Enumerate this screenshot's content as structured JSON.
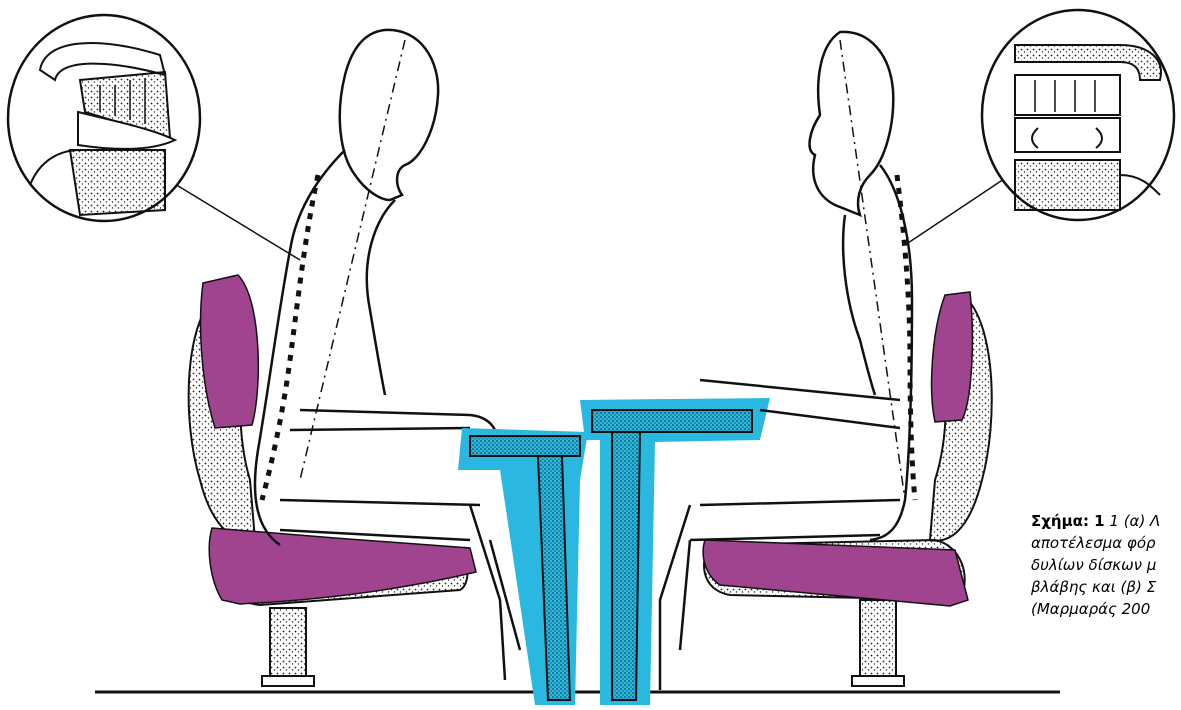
{
  "caption": {
    "label": "Σχήμα: 1",
    "lines": [
      "1 (α) Λ",
      "αποτέλεσμα φόρ",
      "δυλίων δίσκων μ",
      "βλάβης και (β) Σ",
      "(Μαρμαράς 200"
    ]
  },
  "colors": {
    "cushion": "#a0448f",
    "desk": "#2bb8e0",
    "line": "#111111"
  }
}
